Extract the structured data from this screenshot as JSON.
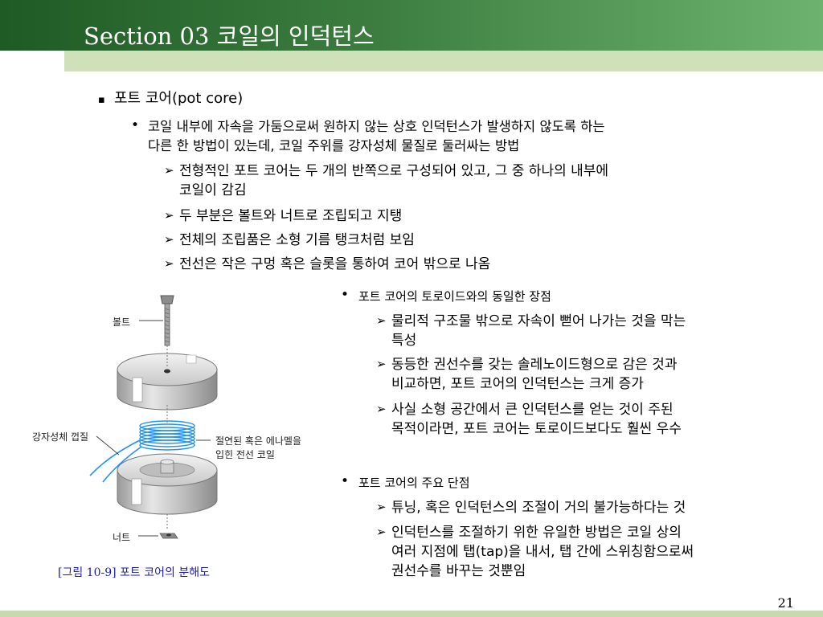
{
  "title": "Section 03 코일의 인덕턴스",
  "bullet1": {
    "text": "포트 코어(pot core)",
    "sub": {
      "line1": "코일 내부에 자속을 가둠으로써 원하지 않는 상호 인덕턴스가 발생하지 않도록 하는",
      "line2": "다른 한 방법이 있는데, 코일 주위를 강자성체 물질로 둘러싸는 방법",
      "items": [
        {
          "line1": "전형적인 포트 코어는 두 개의 반쪽으로 구성되어 있고, 그 중 하나의 내부에",
          "line2": "코일이 감김"
        },
        {
          "line1": "두 부분은 볼트와 너트로 조립되고 지탱"
        },
        {
          "line1": "전체의 조립품은 소형 기름 탱크처럼 보임"
        },
        {
          "line1": "전선은 작은 구멍 혹은 슬롯을 통하여 코어 밖으로 나옴"
        }
      ]
    }
  },
  "bullet2": {
    "text": "포트 코어의 토로이드와의 동일한 장점",
    "items": [
      {
        "line1": "물리적 구조물 밖으로 자속이 뻗어 나가는 것을 막는",
        "line2": "특성"
      },
      {
        "line1": "동등한 권선수를 갖는 솔레노이드형으로 감은 것과",
        "line2": "비교하면, 포트 코어의 인덕턴스는 크게 증가"
      },
      {
        "line1": "사실 소형 공간에서 큰 인덕턴스를 얻는 것이 주된",
        "line2": "목적이라면, 포트 코어는 토로이드보다도 훨씬 우수"
      }
    ]
  },
  "bullet3": {
    "text": "포트 코어의 주요 단점",
    "items": [
      {
        "line1": "튜닝, 혹은 인덕턴스의 조절이 거의 불가능하다는 것"
      },
      {
        "line1": "인덕턴스를 조절하기 위한 유일한 방법은 코일 상의",
        "line2": "여러 지점에 탭(tap)을 내서, 탭 간에 스위칭함으로써",
        "line3": "권선수를 바꾸는 것뿐임"
      }
    ]
  },
  "figure": {
    "labels": {
      "bolt": "볼트",
      "shell": "강자성체 껍질",
      "coil_line1": "절연된 혹은 에나멜을",
      "coil_line2": "입힌 전선 코일",
      "nut": "너트"
    },
    "caption": "[그림 10-9] 포트 코어의 분해도"
  },
  "page_number": "21",
  "colors": {
    "header": "#2f6e34",
    "strip": "#cfe1b9",
    "coil": "#1e90ff",
    "caption": "#1b1bb0"
  }
}
